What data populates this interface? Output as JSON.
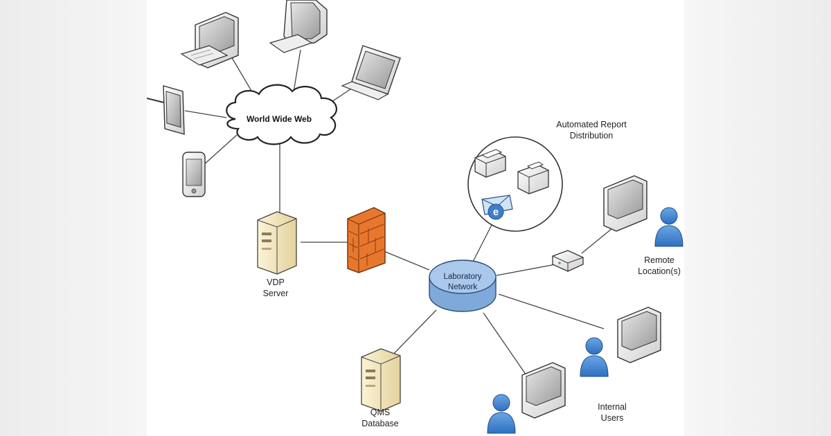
{
  "colors": {
    "page_side": "#eeeeee",
    "canvas": "#ffffff",
    "firewall": "#e8772e",
    "network_disk": "#9ec1e6",
    "user_icon": "#3f7fc8",
    "server_beige": "#efe2b4"
  },
  "labels": {
    "cloud": "World Wide Web",
    "network_line1": "Laboratory",
    "network_line2": "Network",
    "vdp_line1": "VDP",
    "vdp_line2": "Server",
    "qms_line1": "QMS",
    "qms_line2": "Database",
    "report_line1": "Automated Report",
    "report_line2": "Distribution",
    "remote_line1": "Remote",
    "remote_line2": "Location(s)",
    "internal_line1": "Internal",
    "internal_line2": "Users"
  },
  "icons": [
    "desktop-computer-icon",
    "crt-monitor-icon",
    "laptop-icon",
    "tablet-icon",
    "smartphone-icon",
    "server-icon",
    "firewall-icon",
    "printer-icon",
    "email-icon",
    "router-icon",
    "user-icon"
  ]
}
